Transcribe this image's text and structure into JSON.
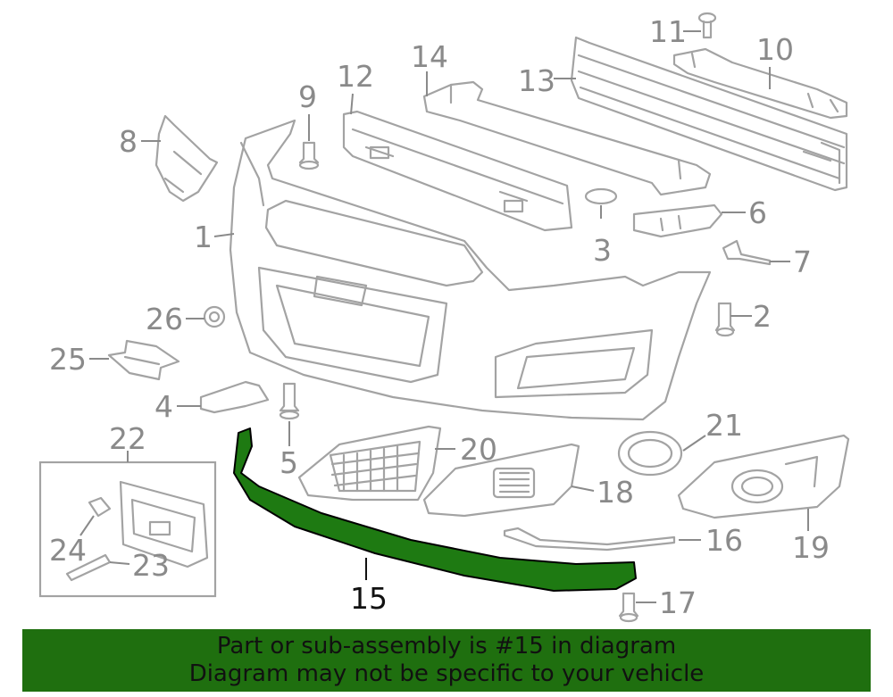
{
  "callouts": [
    "1",
    "2",
    "3",
    "4",
    "5",
    "6",
    "7",
    "8",
    "9",
    "10",
    "11",
    "12",
    "13",
    "14",
    "15",
    "16",
    "17",
    "18",
    "19",
    "20",
    "21",
    "22",
    "23",
    "24",
    "25",
    "26"
  ],
  "highlighted_part": "15",
  "colors": {
    "highlight_part": "#1e7a12",
    "banner_bg": "#1f6f0f",
    "line_gray": "#a3a3a3",
    "label_gray": "#8a8a8a"
  },
  "banner": {
    "line1": "Part or sub-assembly is #15 in diagram",
    "line2": "Diagram may not be specific to your vehicle"
  }
}
